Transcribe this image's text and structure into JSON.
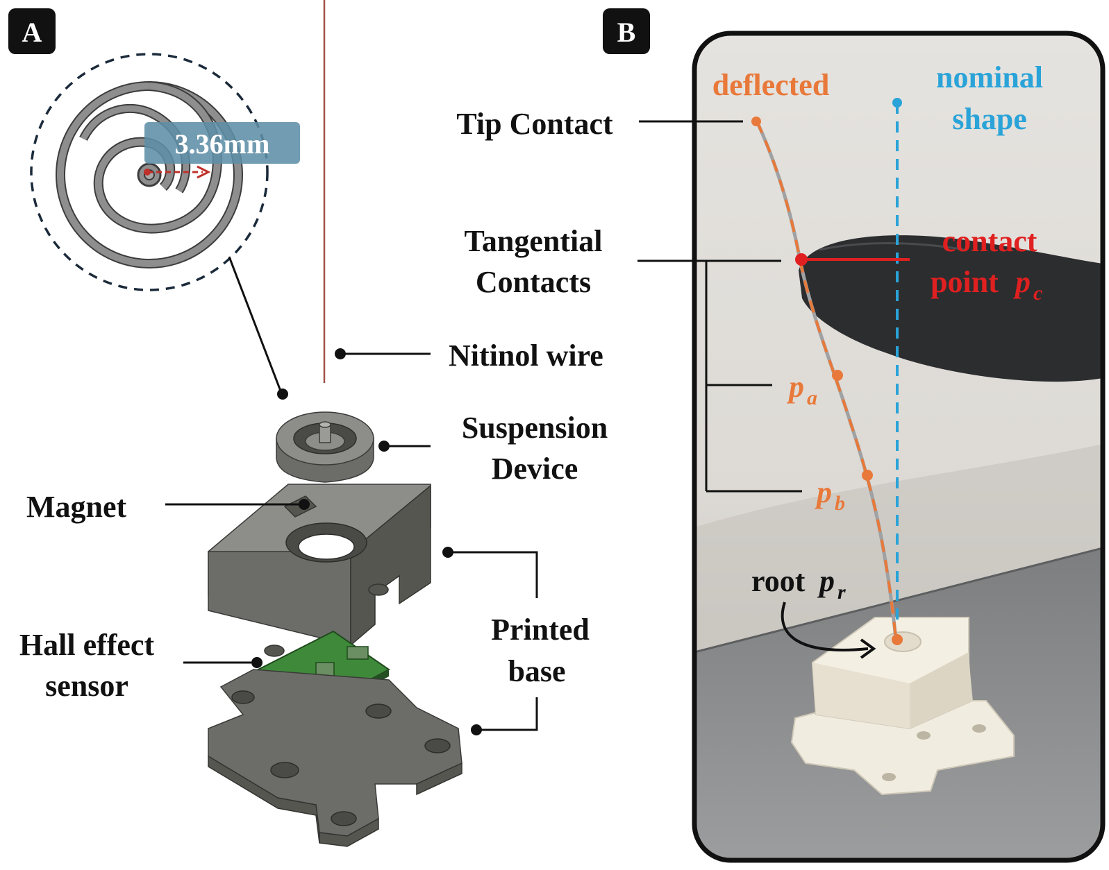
{
  "panels": {
    "a": {
      "letter": "A"
    },
    "b": {
      "letter": "B"
    }
  },
  "spiral": {
    "dimension": "3.36mm"
  },
  "labels_a": {
    "nitinol_wire": "Nitinol wire",
    "suspension_line1": "Suspension",
    "suspension_line2": "Device",
    "magnet": "Magnet",
    "hall_line1": "Hall effect",
    "hall_line2": "sensor",
    "printed_line1": "Printed",
    "printed_line2": "base"
  },
  "labels_b": {
    "tip_contact": "Tip Contact",
    "tangential_line1": "Tangential",
    "tangential_line2": "Contacts",
    "deflected": "deflected",
    "nominal_line1": "nominal",
    "nominal_line2": "shape",
    "contact_line1": "contact",
    "contact_line2": "point",
    "pc_symbol": "p",
    "pc_sub": "c",
    "pa_symbol": "p",
    "pa_sub": "a",
    "pb_symbol": "p",
    "pb_sub": "b",
    "root_word": "root",
    "pr_symbol": "p",
    "pr_sub": "r"
  },
  "colors": {
    "deflected": "#e8793a",
    "nominal": "#2aa3d8",
    "contact": "#e02020",
    "dimension_box": "#5f8ea6",
    "dimension_arrow": "#c0302a",
    "pcb": "#3f8a3a",
    "wire": "#a0524a"
  }
}
